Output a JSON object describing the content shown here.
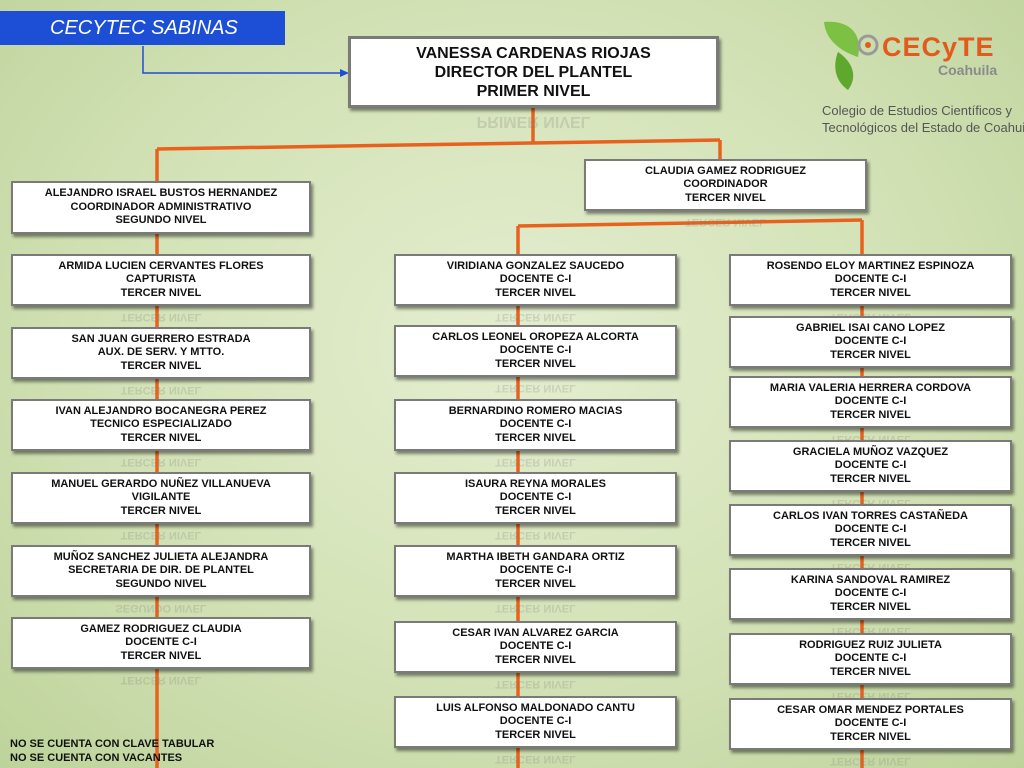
{
  "campus_tag": "CECYTEC SABINAS",
  "logo": {
    "brand": "CECyTE",
    "state": "Coahuila",
    "full_name_line1": "Colegio de Estudios Científicos y",
    "full_name_line2": "Tecnológicos del Estado de Coahuila"
  },
  "colors": {
    "tag_blue": "#1c4fd6",
    "connector_orange": "#e8621e",
    "logo_green": "#7cc143",
    "logo_orange": "#e25a1c"
  },
  "director": {
    "lines": [
      "VANESSA CARDENAS RIOJAS",
      "DIRECTOR DEL PLANTEL",
      "PRIMER NIVEL"
    ]
  },
  "admin_coordinator": {
    "lines": [
      "ALEJANDRO ISRAEL BUSTOS HERNANDEZ",
      "COORDINADOR ADMINISTRATIVO",
      "SEGUNDO NIVEL"
    ]
  },
  "coordinator": {
    "lines": [
      "CLAUDIA GAMEZ RODRIGUEZ",
      "COORDINADOR",
      "TERCER NIVEL"
    ]
  },
  "staff_left": [
    {
      "lines": [
        "ARMIDA LUCIEN CERVANTES FLORES",
        "CAPTURISTA",
        "TERCER NIVEL"
      ]
    },
    {
      "lines": [
        "SAN JUAN GUERRERO ESTRADA",
        "AUX. DE SERV. Y MTTO.",
        "TERCER NIVEL"
      ]
    },
    {
      "lines": [
        "IVAN ALEJANDRO BOCANEGRA PEREZ",
        "TECNICO ESPECIALIZADO",
        "TERCER NIVEL"
      ]
    },
    {
      "lines": [
        "MANUEL GERARDO NUÑEZ VILLANUEVA",
        "VIGILANTE",
        "TERCER NIVEL"
      ]
    },
    {
      "lines": [
        "MUÑOZ SANCHEZ JULIETA ALEJANDRA",
        "SECRETARIA DE DIR. DE PLANTEL",
        "SEGUNDO NIVEL"
      ]
    },
    {
      "lines": [
        "GAMEZ RODRIGUEZ CLAUDIA",
        "DOCENTE C-I",
        "TERCER NIVEL"
      ]
    }
  ],
  "teachers_middle": [
    {
      "lines": [
        "VIRIDIANA GONZALEZ SAUCEDO",
        "DOCENTE C-I",
        "TERCER NIVEL"
      ]
    },
    {
      "lines": [
        "CARLOS LEONEL OROPEZA ALCORTA",
        "DOCENTE C-I",
        "TERCER NIVEL"
      ]
    },
    {
      "lines": [
        "BERNARDINO ROMERO MACIAS",
        "DOCENTE C-I",
        "TERCER NIVEL"
      ]
    },
    {
      "lines": [
        "ISAURA REYNA MORALES",
        "DOCENTE C-I",
        "TERCER NIVEL"
      ]
    },
    {
      "lines": [
        "MARTHA IBETH GANDARA ORTIZ",
        "DOCENTE C-I",
        "TERCER NIVEL"
      ]
    },
    {
      "lines": [
        "CESAR IVAN ALVAREZ GARCIA",
        "DOCENTE C-I",
        "TERCER NIVEL"
      ]
    },
    {
      "lines": [
        "LUIS ALFONSO MALDONADO CANTU",
        "DOCENTE C-I",
        "TERCER NIVEL"
      ]
    }
  ],
  "teachers_right": [
    {
      "lines": [
        "ROSENDO ELOY MARTINEZ ESPINOZA",
        "DOCENTE C-I",
        "TERCER NIVEL"
      ]
    },
    {
      "lines": [
        "GABRIEL ISAI CANO LOPEZ",
        "DOCENTE C-I",
        "TERCER NIVEL"
      ]
    },
    {
      "lines": [
        "MARIA VALERIA HERRERA CORDOVA",
        "DOCENTE C-I",
        "TERCER NIVEL"
      ]
    },
    {
      "lines": [
        "GRACIELA MUÑOZ VAZQUEZ",
        "DOCENTE C-I",
        "TERCER NIVEL"
      ]
    },
    {
      "lines": [
        "CARLOS IVAN TORRES CASTAÑEDA",
        "DOCENTE C-I",
        "TERCER NIVEL"
      ]
    },
    {
      "lines": [
        "KARINA SANDOVAL RAMIREZ",
        "DOCENTE C-I",
        "TERCER NIVEL"
      ]
    },
    {
      "lines": [
        "RODRIGUEZ RUIZ JULIETA",
        "DOCENTE C-I",
        "TERCER NIVEL"
      ]
    },
    {
      "lines": [
        "CESAR OMAR MENDEZ PORTALES",
        "DOCENTE C-I",
        "TERCER NIVEL"
      ]
    }
  ],
  "footer_notes": [
    "NO SE CUENTA CON CLAVE TABULAR",
    "NO SE CUENTA CON VACANTES"
  ]
}
